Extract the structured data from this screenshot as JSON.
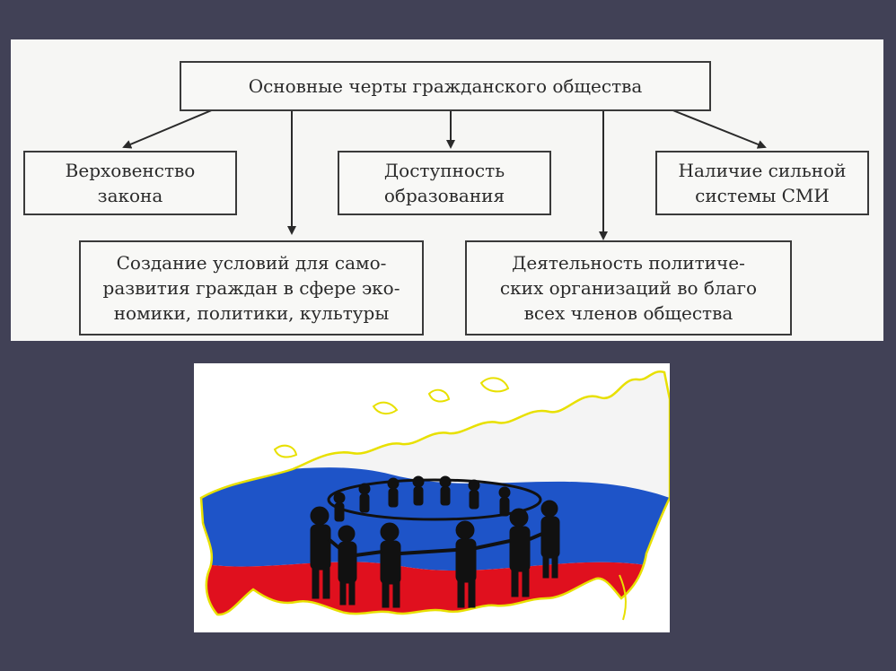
{
  "diagram": {
    "root": "Основные черты гражданского общества",
    "nodes": {
      "rule_of_law": "Верховенство\nзакона",
      "education": "Доступность\nобразования",
      "media": "Наличие сильной\nсистемы СМИ",
      "self_development": "Создание условий для само-\nразвития граждан в сфере эко-\nномики, политики, культуры",
      "political_orgs": "Деятельность политиче-\nских организаций во благо\nвсех членов общества"
    }
  },
  "illustration": {
    "map_region": "russia-map",
    "flag_colors": {
      "white": "#ffffff",
      "blue": "#1e54c8",
      "red": "#e0101e"
    },
    "outline_color": "#e8e000"
  }
}
